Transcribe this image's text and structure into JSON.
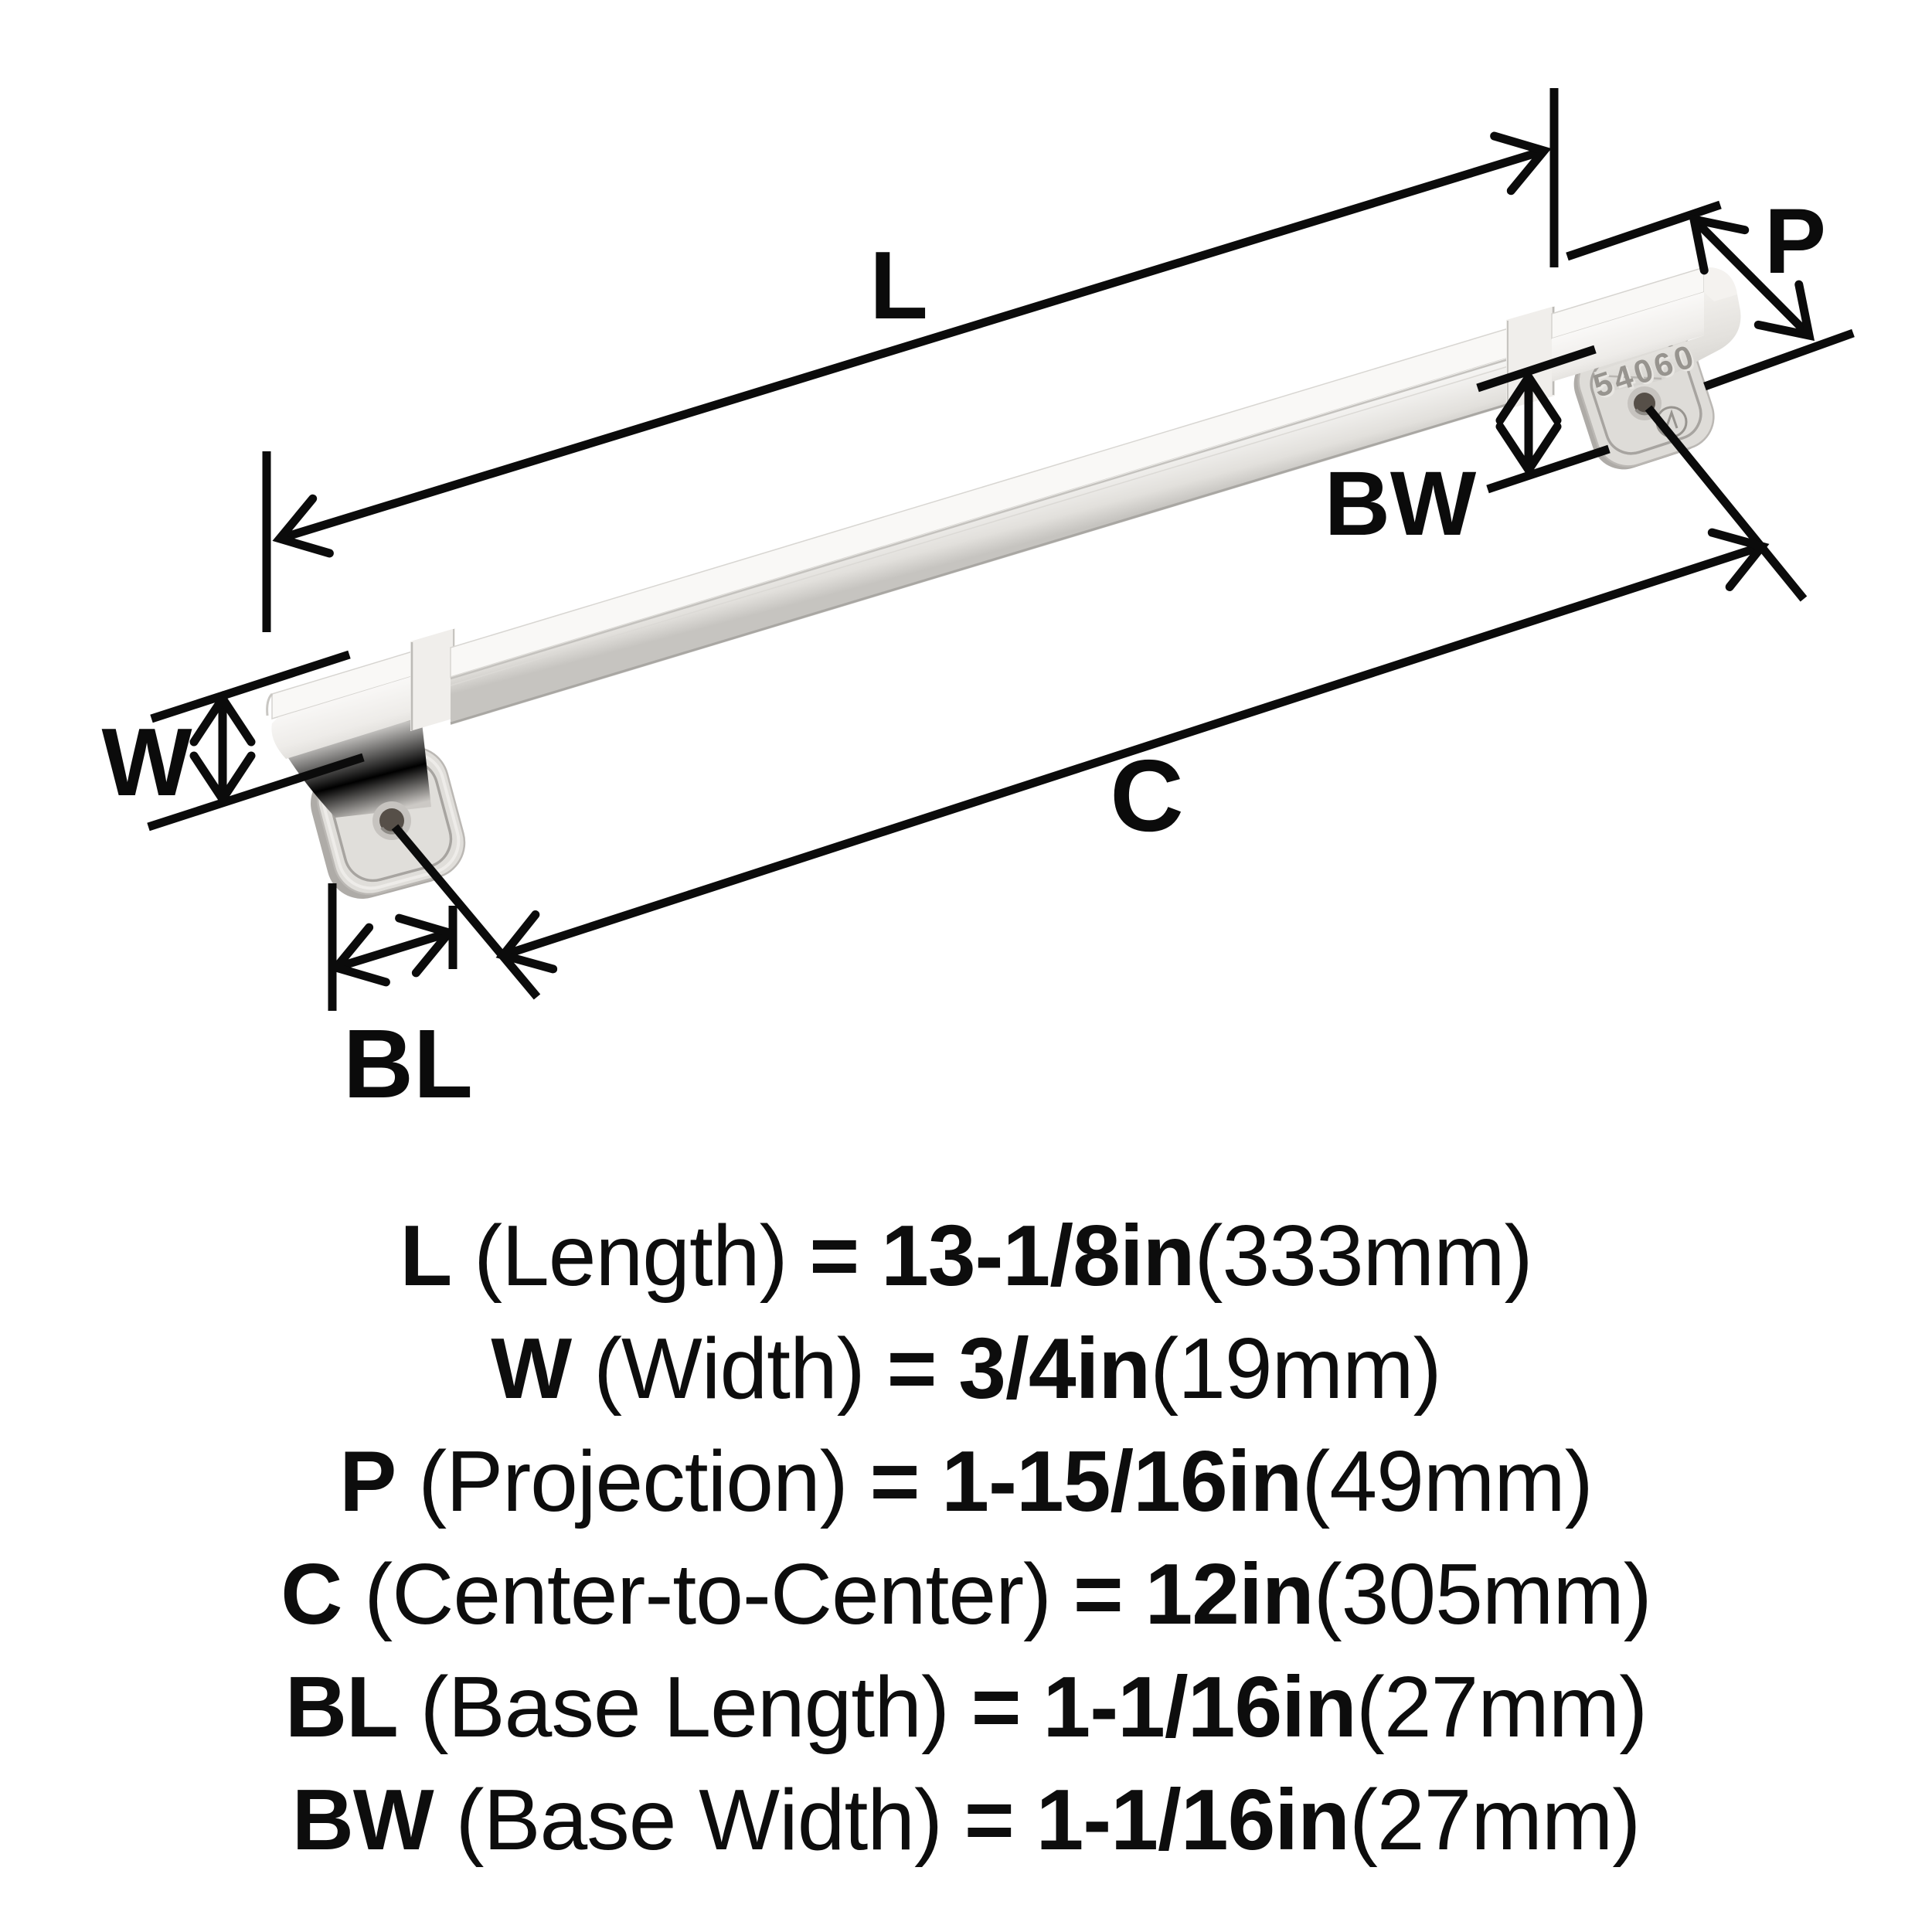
{
  "diagram": {
    "handle": {
      "part_number": "54060"
    },
    "dimensions": {
      "l": "L",
      "w": "W",
      "p": "P",
      "c": "C",
      "bl": "BL",
      "bw": "BW"
    }
  },
  "specs": [
    {
      "abbr": "L",
      "name": "(Length)",
      "equals": "=",
      "value": "13-1/8in",
      "metric": "(333mm)"
    },
    {
      "abbr": "W",
      "name": "(Width)",
      "equals": "=",
      "value": "3/4in",
      "metric": "(19mm)"
    },
    {
      "abbr": "P",
      "name": "(Projection)",
      "equals": "=",
      "value": "1-15/16in",
      "metric": "(49mm)"
    },
    {
      "abbr": "C",
      "name": "(Center-to-Center)",
      "equals": "=",
      "value": "12in",
      "metric": "(305mm)"
    },
    {
      "abbr": "BL",
      "name": "(Base Length)",
      "equals": "=",
      "value": "1-1/16in",
      "metric": "(27mm)"
    },
    {
      "abbr": "BW",
      "name": "(Base Width)",
      "equals": "=",
      "value": "1-1/16in",
      "metric": "(27mm)"
    }
  ],
  "colors": {
    "background": "#ffffff",
    "ink": "#0b0b0b",
    "metal_highlight": "#fbfaf8",
    "metal_mid": "#e3e1dd",
    "metal_shadow": "#b6b3af",
    "stamp": "#97948f"
  }
}
